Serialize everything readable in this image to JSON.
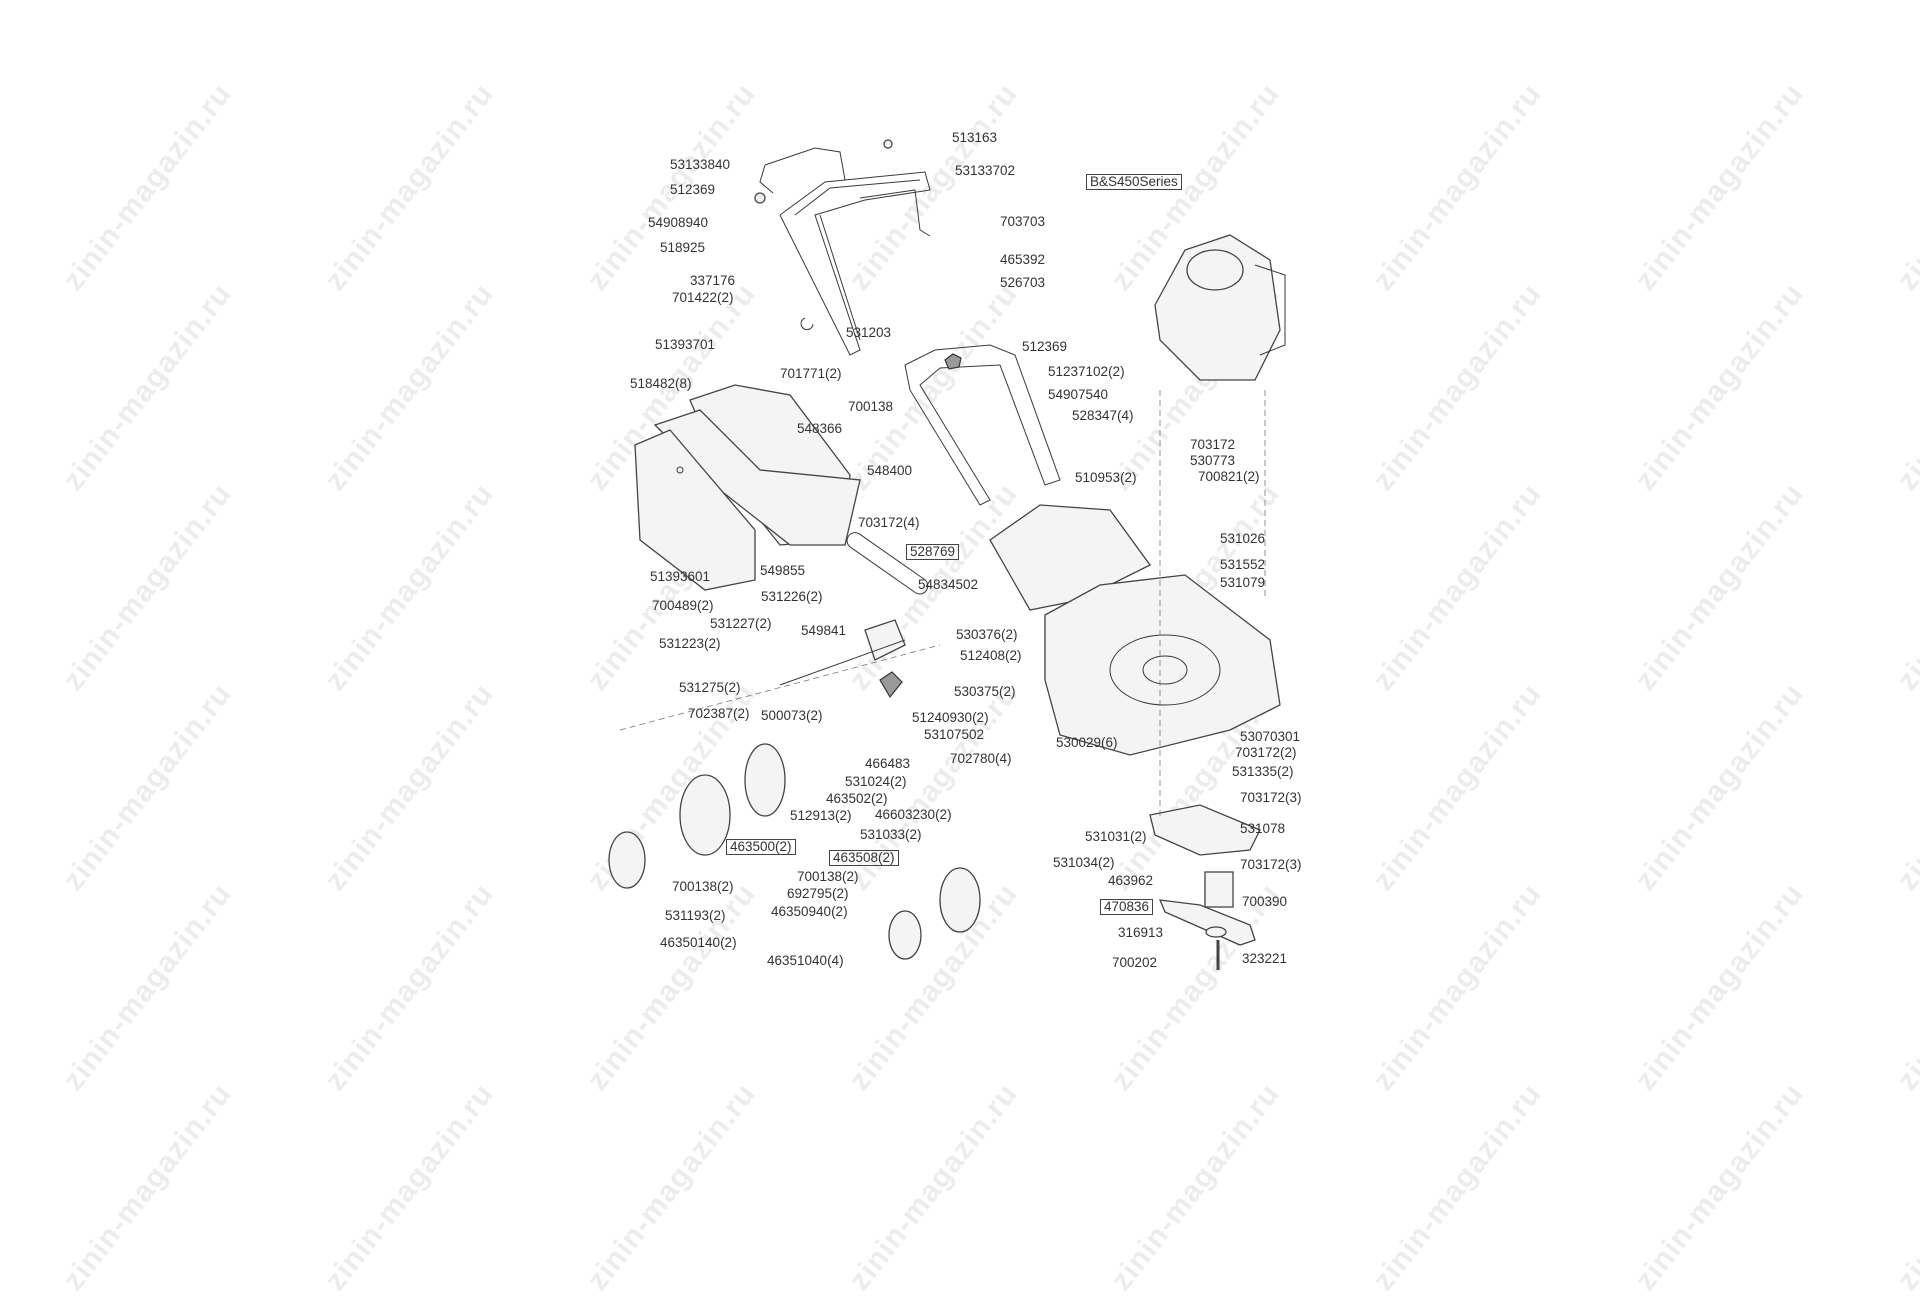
{
  "watermark": "zinin-magazin.ru",
  "engine_label": "B&S450Series",
  "labels": [
    {
      "id": "513163",
      "text": "513163",
      "boxed": false
    },
    {
      "id": "53133840",
      "text": "53133840",
      "boxed": false
    },
    {
      "id": "53133702",
      "text": "53133702",
      "boxed": false
    },
    {
      "id": "512369a",
      "text": "512369",
      "boxed": false
    },
    {
      "id": "54908940",
      "text": "54908940",
      "boxed": false
    },
    {
      "id": "703703",
      "text": "703703",
      "boxed": false
    },
    {
      "id": "518925",
      "text": "518925",
      "boxed": false
    },
    {
      "id": "465392",
      "text": "465392",
      "boxed": false
    },
    {
      "id": "337176",
      "text": "337176",
      "boxed": false
    },
    {
      "id": "526703",
      "text": "526703",
      "boxed": false
    },
    {
      "id": "701422",
      "text": "701422(2)",
      "boxed": false
    },
    {
      "id": "531203",
      "text": "531203",
      "boxed": false
    },
    {
      "id": "51393701",
      "text": "51393701",
      "boxed": false
    },
    {
      "id": "512369b",
      "text": "512369",
      "boxed": false
    },
    {
      "id": "701771",
      "text": "701771(2)",
      "boxed": false
    },
    {
      "id": "51237102",
      "text": "51237102(2)",
      "boxed": false
    },
    {
      "id": "518482",
      "text": "518482(8)",
      "boxed": false
    },
    {
      "id": "54907540",
      "text": "54907540",
      "boxed": false
    },
    {
      "id": "700138a",
      "text": "700138",
      "boxed": false
    },
    {
      "id": "528347",
      "text": "528347(4)",
      "boxed": false
    },
    {
      "id": "548366",
      "text": "548366",
      "boxed": false
    },
    {
      "id": "703172a",
      "text": "703172",
      "boxed": false
    },
    {
      "id": "530773",
      "text": "530773",
      "boxed": false
    },
    {
      "id": "548400",
      "text": "548400",
      "boxed": false
    },
    {
      "id": "700821",
      "text": "700821(2)",
      "boxed": false
    },
    {
      "id": "510953",
      "text": "510953(2)",
      "boxed": false
    },
    {
      "id": "703172b",
      "text": "703172(4)",
      "boxed": false
    },
    {
      "id": "531026",
      "text": "531026",
      "boxed": false
    },
    {
      "id": "51393601",
      "text": "51393601",
      "boxed": false
    },
    {
      "id": "528769",
      "text": "528769",
      "boxed": true
    },
    {
      "id": "531552",
      "text": "531552",
      "boxed": false
    },
    {
      "id": "549855",
      "text": "549855",
      "boxed": false
    },
    {
      "id": "54834502",
      "text": "54834502",
      "boxed": false
    },
    {
      "id": "531079",
      "text": "531079",
      "boxed": false
    },
    {
      "id": "700489",
      "text": "700489(2)",
      "boxed": false
    },
    {
      "id": "531226",
      "text": "531226(2)",
      "boxed": false
    },
    {
      "id": "531227",
      "text": "531227(2)",
      "boxed": false
    },
    {
      "id": "549841",
      "text": "549841",
      "boxed": false
    },
    {
      "id": "530376",
      "text": "530376(2)",
      "boxed": false
    },
    {
      "id": "531223",
      "text": "531223(2)",
      "boxed": false
    },
    {
      "id": "512408",
      "text": "512408(2)",
      "boxed": false
    },
    {
      "id": "531275",
      "text": "531275(2)",
      "boxed": false
    },
    {
      "id": "530375",
      "text": "530375(2)",
      "boxed": false
    },
    {
      "id": "702387",
      "text": "702387(2)",
      "boxed": false
    },
    {
      "id": "500073",
      "text": "500073(2)",
      "boxed": false
    },
    {
      "id": "51240930",
      "text": "51240930(2)",
      "boxed": false
    },
    {
      "id": "53107502",
      "text": "53107502",
      "boxed": false
    },
    {
      "id": "530029",
      "text": "530029(6)",
      "boxed": false
    },
    {
      "id": "53070301",
      "text": "53070301",
      "boxed": false
    },
    {
      "id": "702780",
      "text": "702780(4)",
      "boxed": false
    },
    {
      "id": "703172c",
      "text": "703172(2)",
      "boxed": false
    },
    {
      "id": "466483",
      "text": "466483",
      "boxed": false
    },
    {
      "id": "531335",
      "text": "531335(2)",
      "boxed": false
    },
    {
      "id": "531024",
      "text": "531024(2)",
      "boxed": false
    },
    {
      "id": "463502",
      "text": "463502(2)",
      "boxed": false
    },
    {
      "id": "703172d",
      "text": "703172(3)",
      "boxed": false
    },
    {
      "id": "46603230",
      "text": "46603230(2)",
      "boxed": false
    },
    {
      "id": "512913",
      "text": "512913(2)",
      "boxed": false
    },
    {
      "id": "531033",
      "text": "531033(2)",
      "boxed": false
    },
    {
      "id": "531031",
      "text": "531031(2)",
      "boxed": false
    },
    {
      "id": "531078",
      "text": "531078",
      "boxed": false
    },
    {
      "id": "463500",
      "text": "463500(2)",
      "boxed": true
    },
    {
      "id": "463508",
      "text": "463508(2)",
      "boxed": true
    },
    {
      "id": "531034",
      "text": "531034(2)",
      "boxed": false
    },
    {
      "id": "703172e",
      "text": "703172(3)",
      "boxed": false
    },
    {
      "id": "700138b",
      "text": "700138(2)",
      "boxed": false
    },
    {
      "id": "700138c",
      "text": "700138(2)",
      "boxed": false
    },
    {
      "id": "463962",
      "text": "463962",
      "boxed": false
    },
    {
      "id": "692795",
      "text": "692795(2)",
      "boxed": false
    },
    {
      "id": "470836",
      "text": "470836",
      "boxed": true
    },
    {
      "id": "700390",
      "text": "700390",
      "boxed": false
    },
    {
      "id": "531193",
      "text": "531193(2)",
      "boxed": false
    },
    {
      "id": "46350940",
      "text": "46350940(2)",
      "boxed": false
    },
    {
      "id": "316913",
      "text": "316913",
      "boxed": false
    },
    {
      "id": "46350140",
      "text": "46350140(2)",
      "boxed": false
    },
    {
      "id": "700202",
      "text": "700202",
      "boxed": false
    },
    {
      "id": "323221",
      "text": "323221",
      "boxed": false
    },
    {
      "id": "46351040",
      "text": "46351040(4)",
      "boxed": false
    }
  ]
}
